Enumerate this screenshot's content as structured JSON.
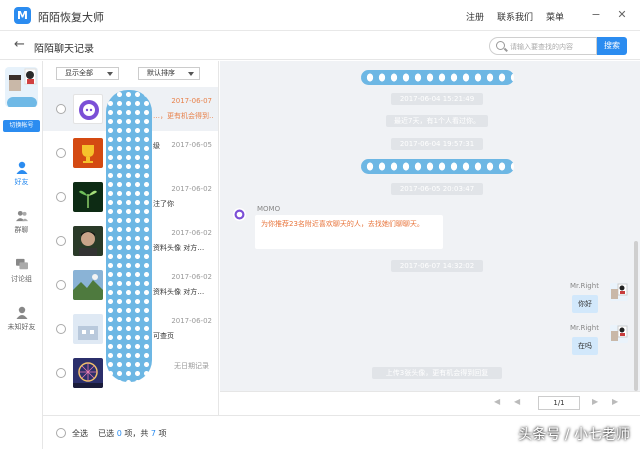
{
  "app": {
    "logo": "M",
    "title": "陌陌恢复大师"
  },
  "titlebar": {
    "register": "注册",
    "contact": "联系我们",
    "menu": "菜单"
  },
  "header": {
    "back_icon": "←",
    "title": "陌陌聊天记录",
    "search_placeholder": "请输入要查找的内容",
    "search_button": "搜索"
  },
  "leftnav": {
    "switch_account": "切换帐号",
    "items": [
      {
        "label": "好友",
        "icon": "person-icon"
      },
      {
        "label": "群聊",
        "icon": "group-icon"
      },
      {
        "label": "讨论组",
        "icon": "discussion-icon"
      },
      {
        "label": "未知好友",
        "icon": "unknown-friend-icon"
      }
    ]
  },
  "list": {
    "filter_show": "显示全部",
    "filter_sort": "默认排序",
    "rows": [
      {
        "date": "2017-06-07",
        "preview": "…，更有机会得到…"
      },
      {
        "date": "2017-06-05",
        "preview": "级"
      },
      {
        "date": "2017-06-02",
        "preview": "注了你"
      },
      {
        "date": "2017-06-02",
        "preview": "资料头像 对方…"
      },
      {
        "date": "2017-06-02",
        "preview": "资料头像 对方…"
      },
      {
        "date": "2017-06-02",
        "preview": "可查页"
      },
      {
        "date": "",
        "preview": "无日期记录"
      }
    ]
  },
  "chat": {
    "sys": [
      "2017-06-04 15:21:49",
      "最近7天，有1个人看过你。",
      "2017-06-04 19:57:31",
      "2017-06-05 20:03:47",
      "2017-06-07 14:32:02",
      "上传3张头像，更有机会得到回复"
    ],
    "momo_name": "MOMO",
    "momo_text": "为你推荐23名附近喜欢聊天的人，去找她们聊聊天。",
    "right_name": "Mr.Right",
    "right_msg_1": "你好",
    "right_msg_2": "在吗"
  },
  "pager": {
    "first": "◀",
    "prev": "◀",
    "page": "1/1",
    "next": "▶",
    "last": "▶"
  },
  "footer": {
    "select_all": "全选",
    "selected_prefix": "已选",
    "selected_count": "0",
    "selected_mid": "项，共",
    "total": "7",
    "selected_suffix": "项"
  },
  "watermark": "头条号 / 小七老师",
  "colors": {
    "accent": "#2b8cf0",
    "highlight": "#e8824c"
  }
}
